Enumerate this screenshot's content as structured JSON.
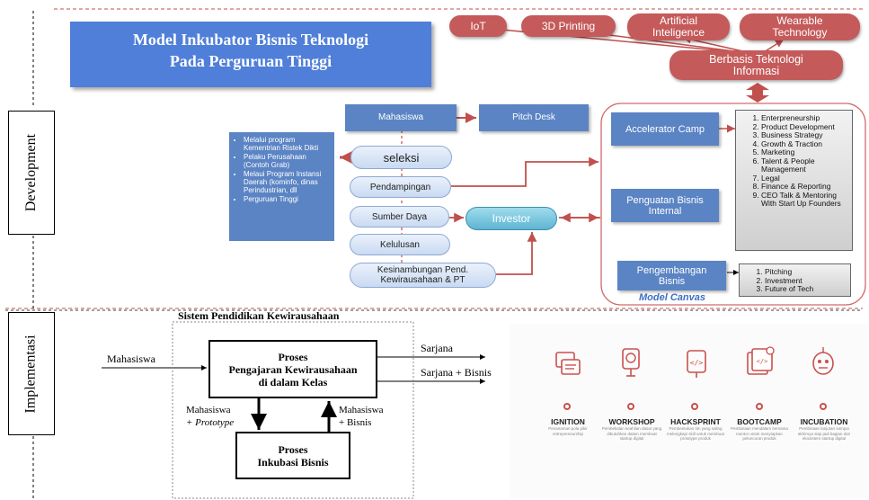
{
  "title": {
    "line1": "Model Inkubator Bisnis Teknologi",
    "line2": "Pada Perguruan Tinggi"
  },
  "section_labels": {
    "development": "Development",
    "implementasi": "Implementasi"
  },
  "tech_pills": [
    "IoT",
    "3D Printing",
    "Artificial Inteligence",
    "Wearable Technology"
  ],
  "tech_base": "Berbasis Teknologi Informasi",
  "flow": {
    "mahasiswa": "Mahasiswa",
    "pitch_desk": "Pitch Desk",
    "seleksi": "seleksi",
    "pendampingan": "Pendampingan",
    "sumber_daya": "Sumber Daya",
    "investor": "Investor",
    "kelulusan": "Kelulusan",
    "kesinambungan_1": "Kesinambungan  Pend.",
    "kesinambungan_2": "Kewirausahaan & PT"
  },
  "sources": [
    "Melalui program Kementrian Ristek Dikti",
    "Pelaku Perusahaan (Contoh Grab)",
    "Melaui Program Instansi Daerah (kominfo, dinas Perindustrian, dll",
    "Perguruan Tinggi"
  ],
  "canvas": {
    "accelerator": "Accelerator Camp",
    "penguatan": "Penguatan Bisnis Internal",
    "pengembangan": "Pengembangan Bisnis",
    "label": "Model Canvas",
    "curriculum": [
      "Enterpreneurship",
      "Product Development",
      "Business Strategy",
      "Growth & Traction",
      "Marketing",
      "Talent & People Management",
      "Legal",
      "Finance & Reporting",
      "CEO Talk & Mentoring With Start Up Founders"
    ],
    "pitching": [
      "Pitching",
      "Investment",
      "Future of Tech"
    ]
  },
  "implementasi": {
    "system_title": "Sistem Pendidikan Kewirausahaan",
    "input": "Mahasiswa",
    "proses1": [
      "Proses",
      "Pengajaran Kewirausahaan",
      "di dalam Kelas"
    ],
    "proses2": [
      "Proses",
      "Inkubasi Bisnis"
    ],
    "left_label_1": "Mahasiswa",
    "left_label_2": "+ Prototype",
    "right_label_1": "Mahasiswa",
    "right_label_2": "+ Bisnis",
    "out1": "Sarjana",
    "out2": "Sarjana + Bisnis"
  },
  "stages": [
    {
      "name": "IGNITION",
      "icon": "documents-icon",
      "desc": "Penanaman pola pikir entrepreneurship"
    },
    {
      "name": "WORKSHOP",
      "icon": "idea-bulb-icon",
      "desc": "Pembekalan keahlian dasar yang dibutuhkan dalam membuat startup digital"
    },
    {
      "name": "HACKSPRINT",
      "icon": "code-device-icon",
      "desc": "Pembentukan tim yang saling melengkapi skill untuk membuat prototype produk"
    },
    {
      "name": "BOOTCAMP",
      "icon": "checked-code-icon",
      "desc": "Pembinaan mendalam bersama mentor untuk menyiapkan peluncuran produk"
    },
    {
      "name": "INCUBATION",
      "icon": "robot-icon",
      "desc": "Pembinaan lanjutan sampai akhirnya siap jadi bagian dari ekosistem startup digital"
    }
  ],
  "colors": {
    "accent_red": "#c55a5a",
    "blue": "#5b84c4",
    "arrow": "#c0504d"
  }
}
